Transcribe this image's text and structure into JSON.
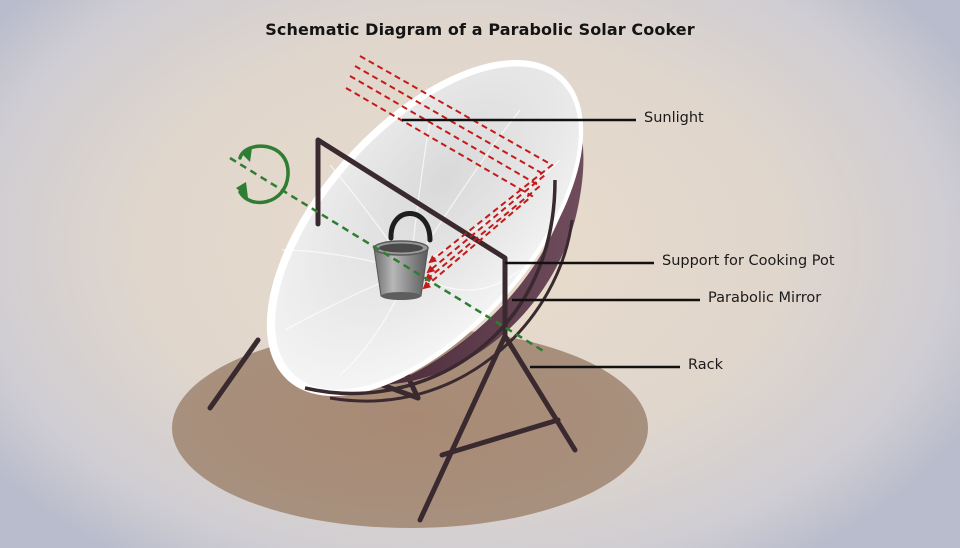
{
  "title": "Schematic Diagram of a Parabolic Solar Cooker",
  "labels": {
    "sunlight": "Sunlight",
    "pot_support": "Support for Cooking Pot",
    "mirror": "Parabolic Mirror",
    "rack": "Rack"
  },
  "colors": {
    "sun_rays": "#c41a1a",
    "rotation_axis": "#2e7d32",
    "rack": "#3a2a30",
    "mirror_back": "#5b3a48",
    "shadow": "#a98e7a"
  },
  "icons": {
    "rotation": "circular-arrow-icon",
    "pot": "bucket-icon"
  }
}
